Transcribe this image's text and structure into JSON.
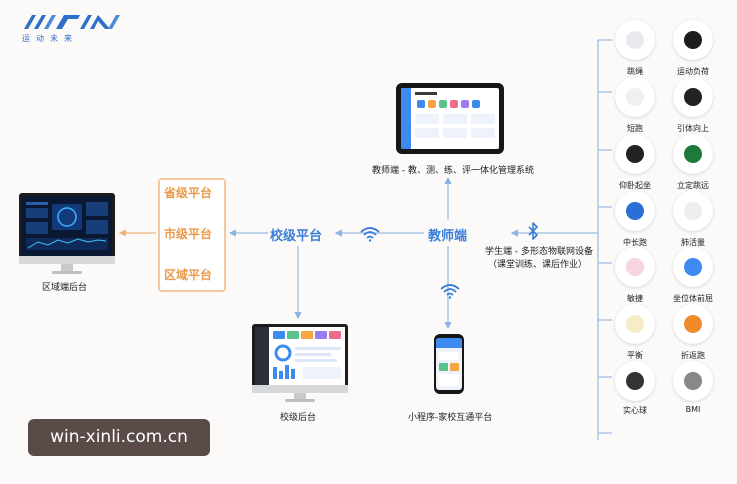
{
  "brand": {
    "logo_text": "运动未来"
  },
  "tiers": {
    "province": "省级平台",
    "city": "市级平台",
    "district": "区域平台"
  },
  "district_backend": "区域端后台",
  "school_platform": "校级平台",
  "school_backend": "校级后台",
  "teacher": {
    "title": "教师端",
    "system": "教师端 - 教、测、练、评一体化管理系统"
  },
  "student": {
    "line1": "学生端 - 多形态物联网设备",
    "line2": "（课堂训练、课后作业）"
  },
  "miniprogram": "小程序-家校互通平台",
  "devices": [
    {
      "label": "跳绳",
      "icon": "jump-rope-icon"
    },
    {
      "label": "运动负荷",
      "icon": "heart-rate-watch-icon"
    },
    {
      "label": "短跑",
      "icon": "sprint-sensor-icon"
    },
    {
      "label": "引体向上",
      "icon": "pull-up-sensor-icon"
    },
    {
      "label": "仰卧起坐",
      "icon": "sit-up-belt-icon"
    },
    {
      "label": "立定跳远",
      "icon": "long-jump-mat-icon"
    },
    {
      "label": "中长跑",
      "icon": "wristband-icon"
    },
    {
      "label": "肺活量",
      "icon": "spirometer-icon"
    },
    {
      "label": "敏捷",
      "icon": "agility-pad-icon"
    },
    {
      "label": "坐位体前屈",
      "icon": "sit-reach-icon"
    },
    {
      "label": "平衡",
      "icon": "balance-pad-icon"
    },
    {
      "label": "折返跑",
      "icon": "cones-icon"
    },
    {
      "label": "实心球",
      "icon": "medicine-ball-icon"
    },
    {
      "label": "BMI",
      "icon": "bmi-scale-icon"
    }
  ],
  "watermark": "win-xinli.com.cn",
  "colors": {
    "blue": "#3a7ed8",
    "orange": "#ea9a4c",
    "connector": "#9ab9e6"
  }
}
